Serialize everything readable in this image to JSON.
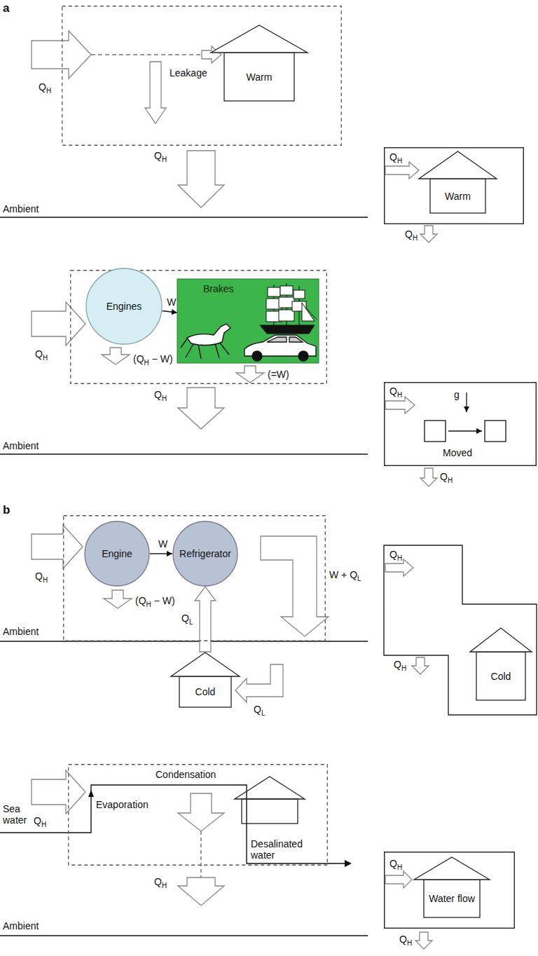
{
  "diagram": {
    "nodes": [
      {
        "text": [
          "Leakage"
        ]
      },
      {
        "text": [
          "Warm"
        ],
        "in": 0
      },
      {
        "text": []
      },
      {
        "text": [
          "Warm"
        ],
        "in": 2
      },
      {
        "text": [
          "(QH − W)",
          "(=W)"
        ]
      },
      {
        "text": [
          "Engines"
        ],
        "in": 4
      },
      {
        "text": [
          "Brakes"
        ],
        "in": 4
      },
      {
        "text": [
          "g",
          "Moved"
        ]
      },
      {
        "text": [
          "(QH − W)"
        ]
      },
      {
        "text": [
          "Engine"
        ],
        "in": 8
      },
      {
        "text": [
          "Refrigerator"
        ],
        "in": 8
      },
      {
        "text": [
          "Cold"
        ]
      },
      {
        "text": []
      },
      {
        "text": [
          "Cold"
        ],
        "in": 12
      },
      {
        "text": [
          "Evaporation",
          "Condensation"
        ]
      },
      {
        "text": []
      },
      {
        "text": [
          "Water flow"
        ],
        "in": 15
      }
    ],
    "edges": [
      {
        "from": 5,
        "to": 6,
        "label": "W",
        "arrow": "to"
      },
      {
        "from": 9,
        "to": 10,
        "label": "W",
        "arrow": "to"
      },
      {
        "from": 11,
        "to": 10,
        "label": "QL",
        "arrow": "to"
      }
    ],
    "labels": [
      "a",
      "QH",
      "QH",
      "Ambient",
      "QH",
      "QH",
      "QH",
      "QH",
      "Ambient",
      "QH",
      "QH",
      "b",
      "QH",
      "W + QL",
      "Ambient",
      "QL",
      "QH",
      "QH",
      "QH",
      "Sea water",
      "Desalinated water",
      "QH",
      "Ambient",
      "QH",
      "QH"
    ]
  }
}
